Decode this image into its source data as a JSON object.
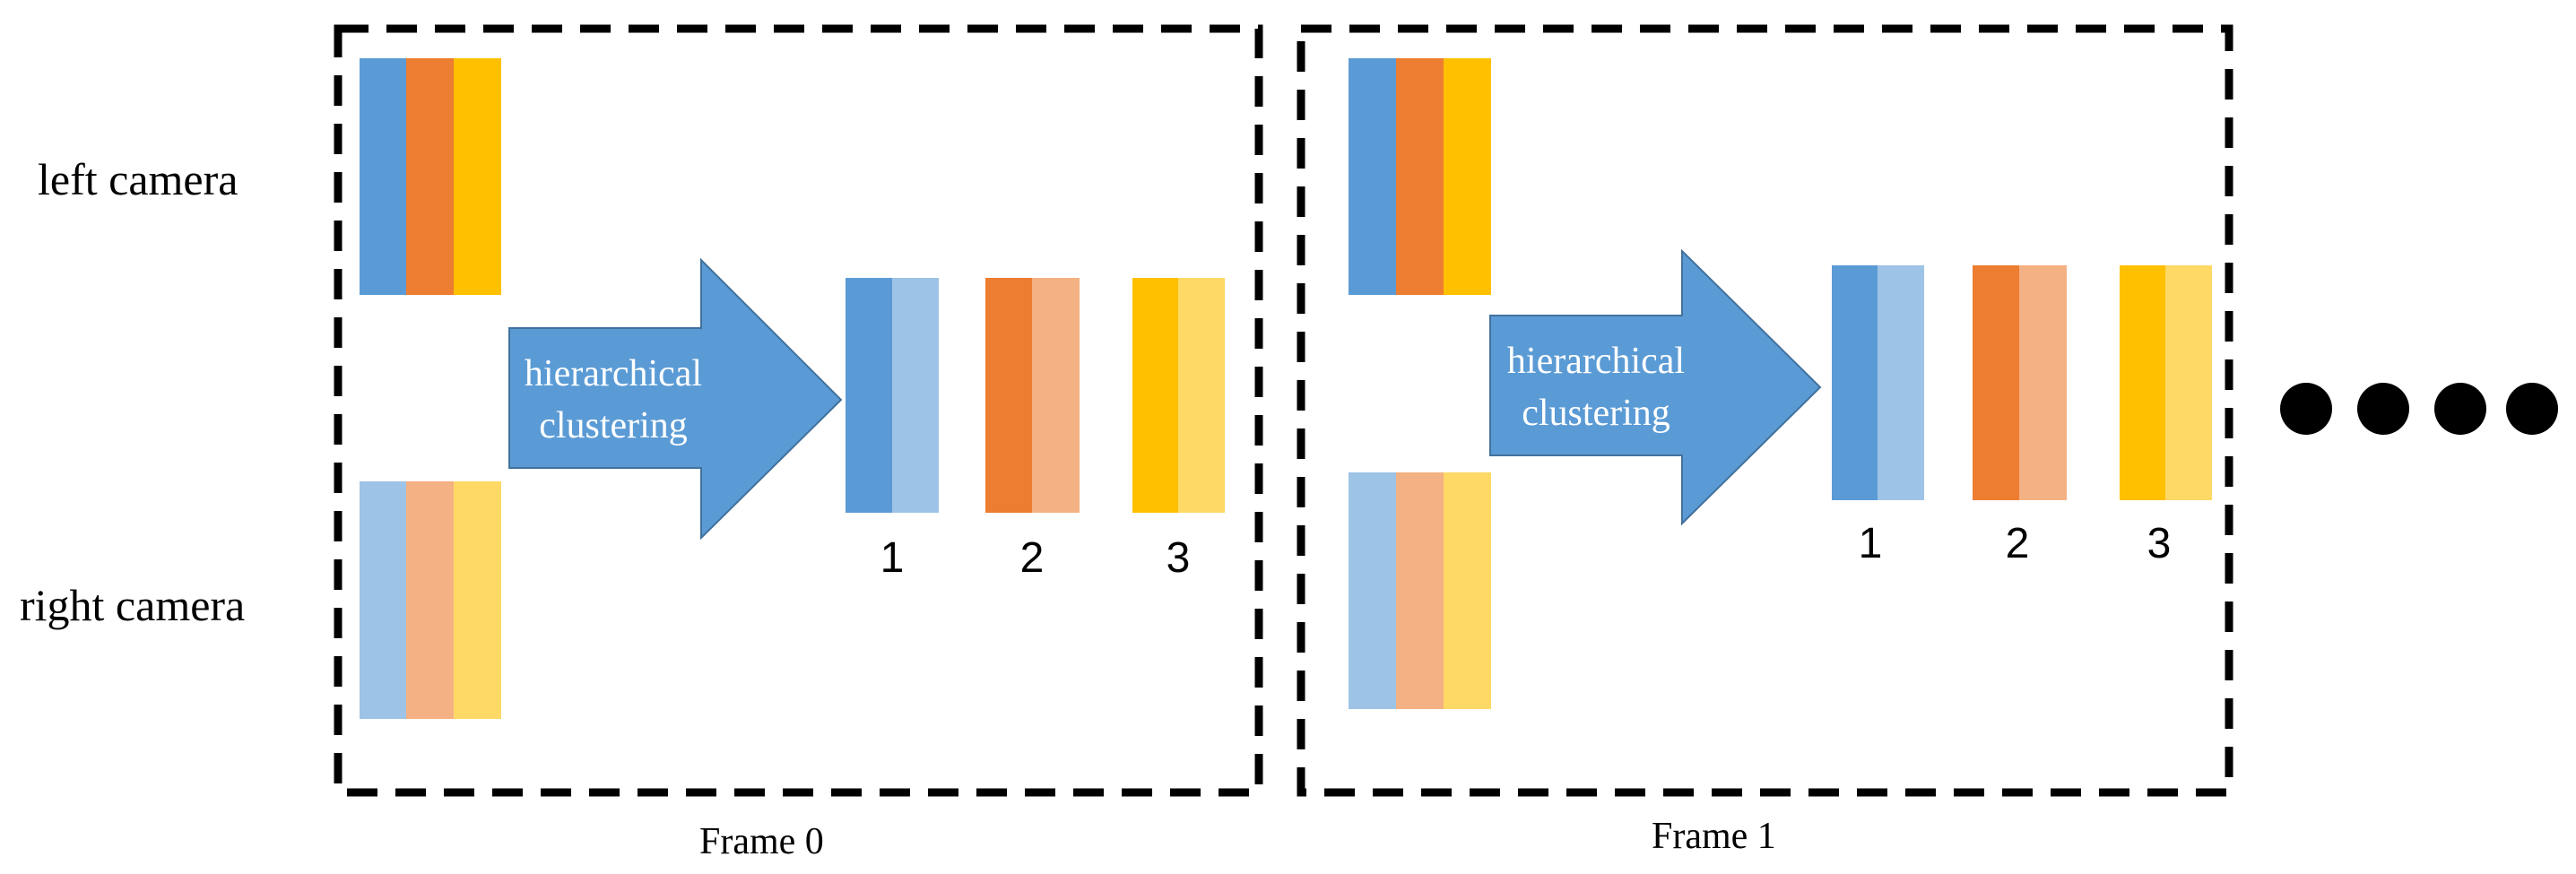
{
  "labels": {
    "left_camera": "left camera",
    "right_camera": "right camera"
  },
  "frames": [
    {
      "caption": "Frame 0",
      "arrow_line1": "hierarchical",
      "arrow_line2": "clustering",
      "clusters": [
        "1",
        "2",
        "3"
      ]
    },
    {
      "caption": "Frame 1",
      "arrow_line1": "hierarchical",
      "arrow_line2": "clustering",
      "clusters": [
        "1",
        "2",
        "3"
      ]
    }
  ],
  "continuation": "dots-icon",
  "colors": {
    "blue": "#5B9BD5",
    "orange": "#ED7D31",
    "yellow": "#FFC000",
    "light_blue": "#9DC3E6",
    "light_orange": "#F4B183",
    "light_yellow": "#FFD966",
    "arrow": "#5B9BD5",
    "border": "#000000"
  }
}
